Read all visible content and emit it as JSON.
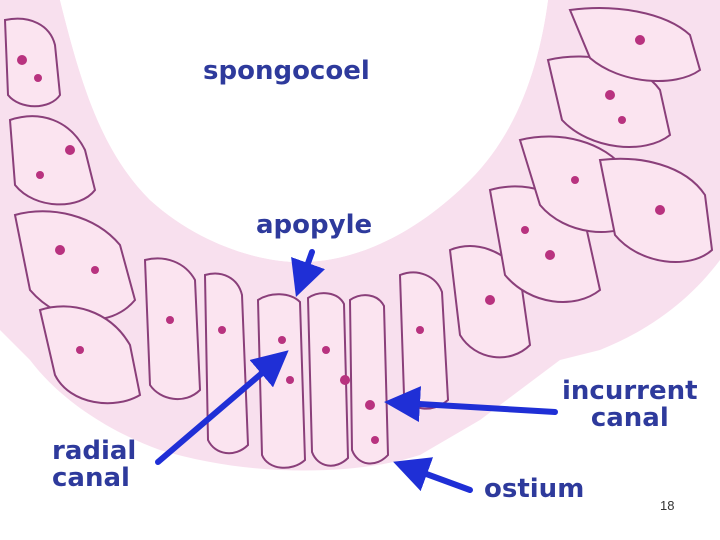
{
  "colors": {
    "label_text": "#2e3a9c",
    "arrow": "#1f2fd6",
    "tissue_fill": "#f3c6e0",
    "cell_wall": "#8a3f7a",
    "nucleus": "#b8327f"
  },
  "labels": {
    "spongocoel": "spongocoel",
    "apopyle": "apopyle",
    "incurrent_line1": "incurrent",
    "incurrent_line2": "canal",
    "radial_line1": "radial",
    "radial_line2": "canal",
    "ostium": "ostium"
  },
  "slide_number": "18"
}
